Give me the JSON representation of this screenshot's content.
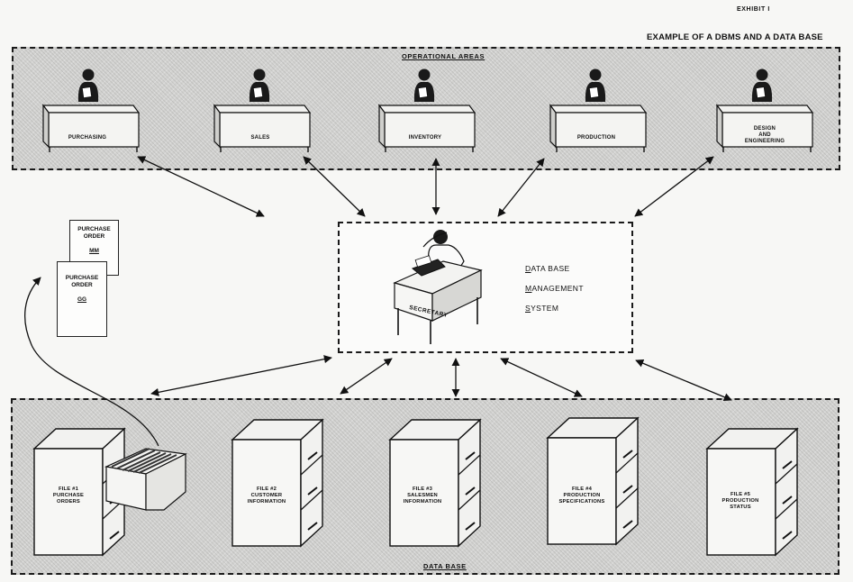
{
  "header": {
    "exhibit": "EXHIBIT I",
    "title": "EXAMPLE OF A DBMS AND A DATA BASE"
  },
  "operational_areas": {
    "label": "OPERATIONAL AREAS",
    "desks": [
      "PURCHASING",
      "SALES",
      "INVENTORY",
      "PRODUCTION",
      "DESIGN\nAND\nENGINEERING"
    ]
  },
  "dbms": {
    "lines": [
      {
        "initial": "D",
        "rest": "ATA BASE"
      },
      {
        "initial": "M",
        "rest": "ANAGEMENT"
      },
      {
        "initial": "S",
        "rest": "YSTEM"
      }
    ],
    "desk_label": "SECRETARY"
  },
  "purchase_orders": [
    {
      "title": "PURCHASE\nORDER",
      "code": "MM"
    },
    {
      "title": "PURCHASE\nORDER",
      "code": "GG"
    }
  ],
  "data_base": {
    "label": "DATA BASE",
    "files": [
      "FILE #1\nPURCHASE\nORDERS",
      "FILE #2\nCUSTOMER\nINFORMATION",
      "FILE #3\nSALESMEN\nINFORMATION",
      "FILE #4\nPRODUCTION\nSPECIFICATIONS",
      "FILE #5\nPRODUCTION\nSTATUS"
    ]
  }
}
